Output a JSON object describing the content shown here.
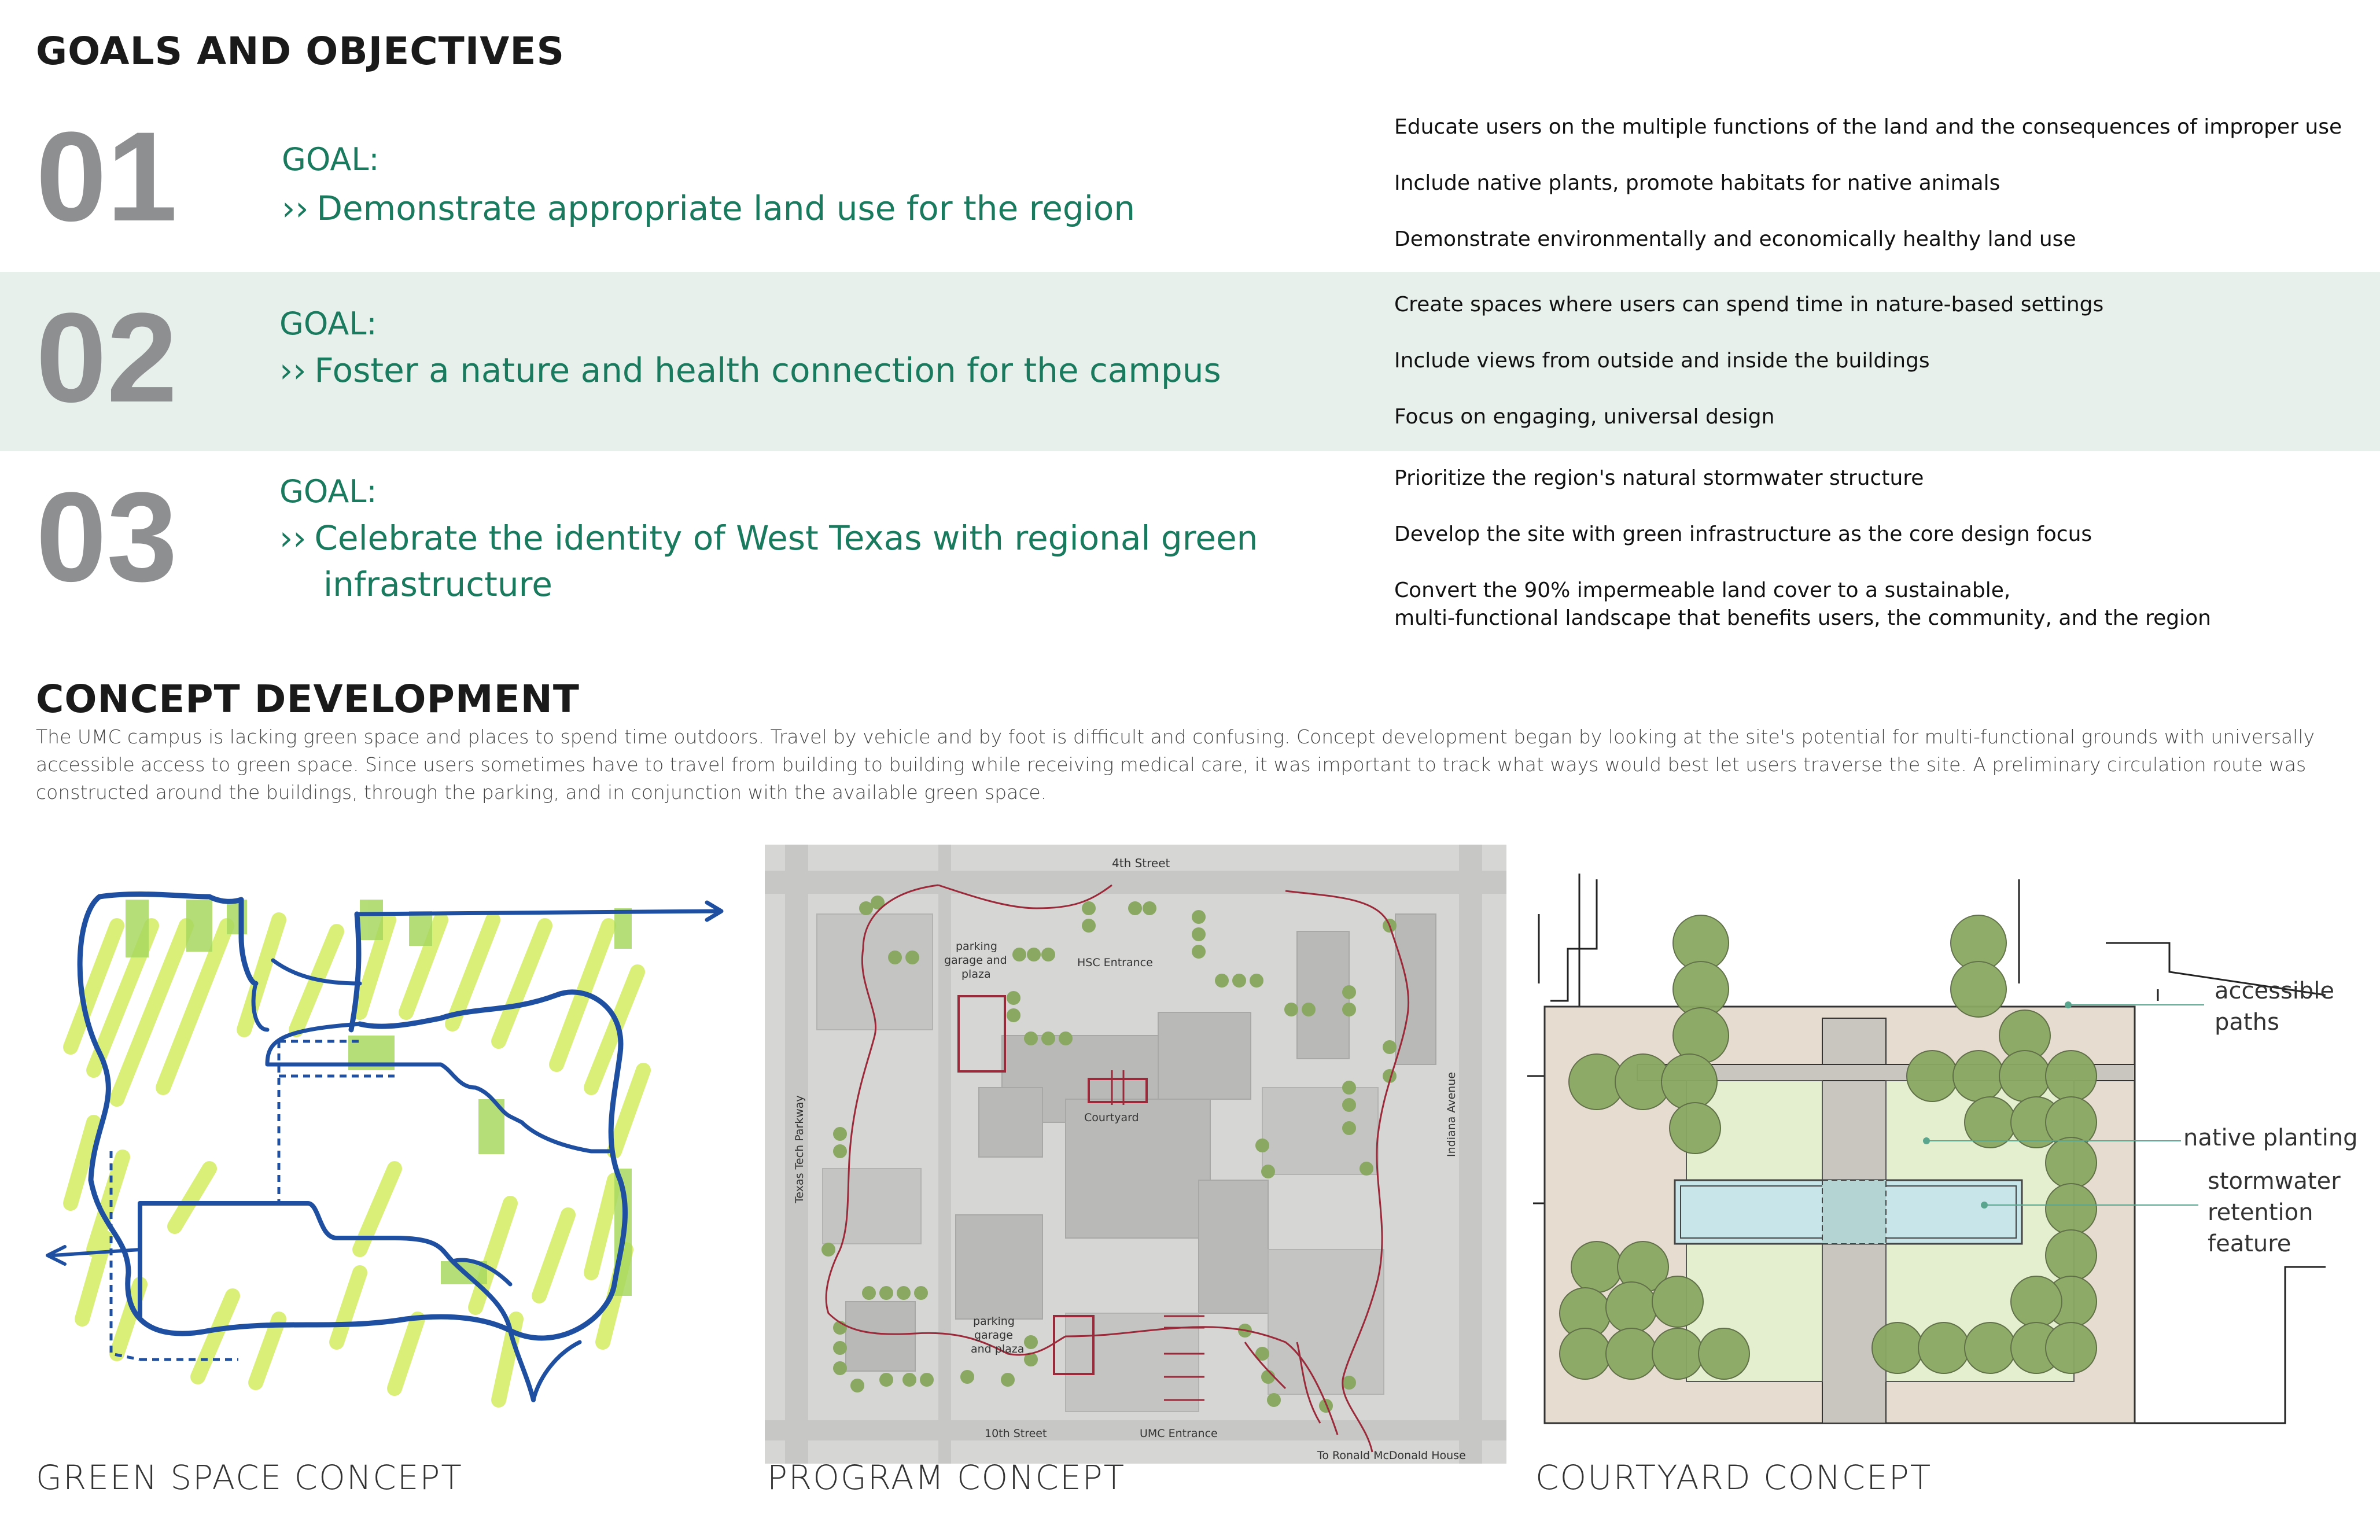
{
  "header": {
    "title": "GOALS AND OBJECTIVES"
  },
  "goals": [
    {
      "number": "01",
      "label": "GOAL:",
      "chev": "››",
      "text": "Demonstrate appropriate land use for the region",
      "text_cont": "",
      "objectives": [
        "Educate users on the multiple functions of the land and the consequences of improper use",
        "Include native plants, promote habitats for native animals",
        "Demonstrate environmentally and economically healthy land use"
      ]
    },
    {
      "number": "02",
      "label": "GOAL:",
      "chev": "››",
      "text": "Foster a nature and health connection for the campus",
      "text_cont": "",
      "objectives": [
        "Create spaces where users can spend time in nature-based settings",
        "Include views from outside and inside the buildings",
        "Focus on engaging, universal design"
      ]
    },
    {
      "number": "03",
      "label": "GOAL:",
      "chev": "››",
      "text": "Celebrate the identity of West Texas with regional green",
      "text_cont": "infrastructure",
      "objectives": [
        "Prioritize the region's natural stormwater structure",
        "Develop the site with green infrastructure as the core design focus",
        "Convert the 90% impermeable land cover to a sustainable,",
        "multi-functional landscape that benefits users, the community, and the region"
      ]
    }
  ],
  "concept": {
    "title": "CONCEPT DEVELOPMENT",
    "paragraph": "The UMC campus is lacking green space and places to spend time outdoors. Travel by vehicle and by foot is difficult and confusing. Concept development began by looking at the site's potential for multi-functional grounds with universally accessible access to green space. Since users sometimes have to travel from building to building while receiving medical care, it was important to track what ways would best let users traverse the site. A preliminary circulation route was constructed around the buildings, through the parking, and in conjunction with the available green space."
  },
  "program_map": {
    "street_top": "4th Street",
    "parking_north": "parking garage and plaza",
    "hsc_entrance": "HSC Entrance",
    "courtyard": "Courtyard",
    "texas_tech": "Texas Tech Parkway",
    "indiana": "Indiana Avenue",
    "parking_south": "parking garage and plaza",
    "street_bottom": "10th Street",
    "umc_entrance": "UMC Entrance",
    "ronald": "To Ronald McDonald House"
  },
  "courtyard_labels": {
    "accessible": "accessible paths",
    "native": "native planting",
    "stormwater": "stormwater retention feature"
  },
  "captions": {
    "green": "GREEN SPACE CONCEPT",
    "program": "PROGRAM CONCEPT",
    "courtyard": "COURTYARD CONCEPT"
  },
  "colors": {
    "goal_green": "#1a7a5e",
    "band": "#e8f0ec",
    "number_gray": "#8e8f91",
    "marker_lime": "#d7ee6a",
    "path_blue": "#1f4fa0",
    "tree_green": "#8aa862",
    "water_blue": "#c8e6ea"
  }
}
